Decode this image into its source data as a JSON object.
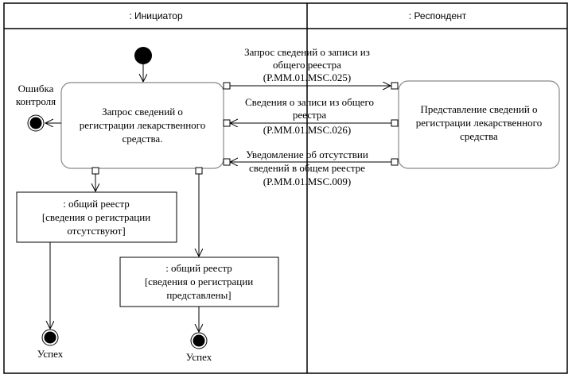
{
  "swimlanes": [
    {
      "label": ": Инициатор"
    },
    {
      "label": ": Респондент"
    }
  ],
  "nodes": {
    "error_final_label": [
      "Ошибка",
      "контроля"
    ],
    "initiator_activity": [
      "Запрос сведений о",
      "регистрации лекарственного",
      "средства."
    ],
    "respondent_activity": [
      "Представление сведений о",
      "регистрации лекарственного",
      "средства"
    ],
    "object_absent": [
      ": общий реестр",
      "[сведения о регистрации",
      "отсутствуют]"
    ],
    "object_present": [
      ": общий реестр",
      "[сведения о регистрации",
      "представлены]"
    ],
    "final_success_1": "Успех",
    "final_success_2": "Успех"
  },
  "messages": [
    {
      "lines": [
        "Запрос сведений о записи из",
        "общего реестра",
        "(P.MM.01.MSC.025)"
      ],
      "direction": "to-respondent"
    },
    {
      "lines": [
        "Сведения о записи из общего",
        "реестра",
        "(P.MM.01.MSC.026)"
      ],
      "direction": "to-initiator"
    },
    {
      "lines": [
        "Уведомление об отсутствии",
        "сведений в общем реестре",
        "(P.MM.01.MSC.009)"
      ],
      "direction": "to-initiator"
    }
  ]
}
